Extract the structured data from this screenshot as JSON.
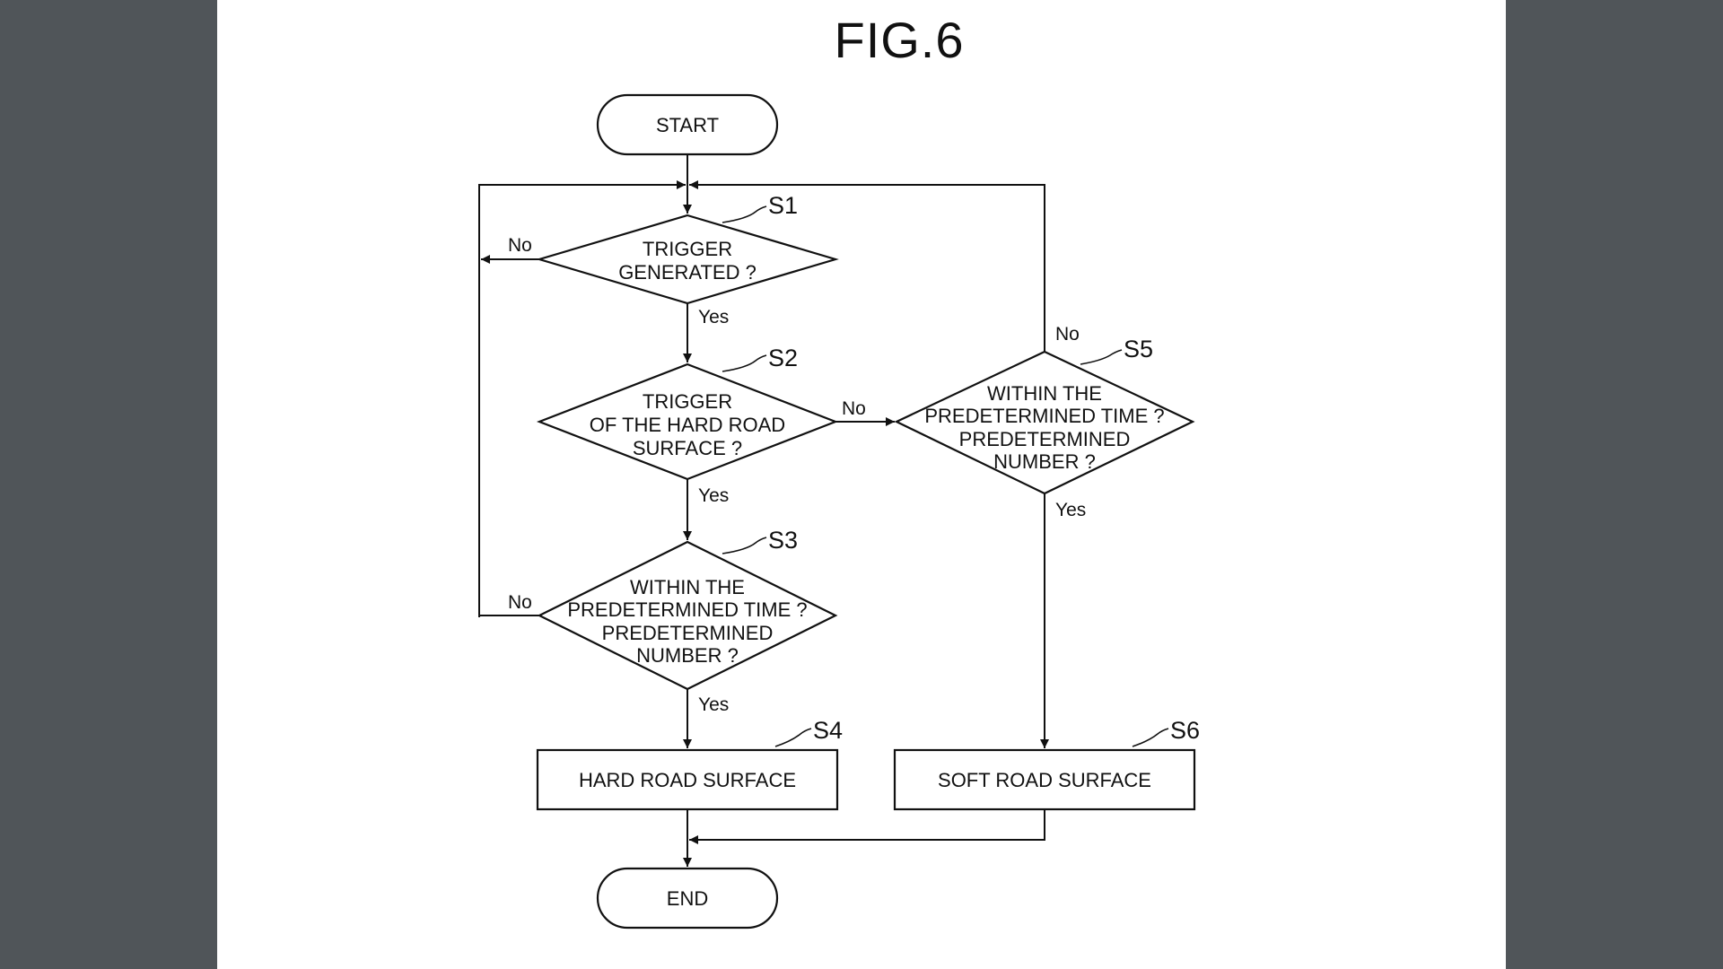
{
  "figure": {
    "title": "FIG.6"
  },
  "nodes": {
    "start": "START",
    "s1": [
      "TRIGGER",
      "GENERATED ?"
    ],
    "s2": [
      "TRIGGER",
      "OF THE HARD ROAD",
      "SURFACE ?"
    ],
    "s3": [
      "WITHIN THE",
      "PREDETERMINED TIME ?",
      "PREDETERMINED",
      "NUMBER ?"
    ],
    "s5": [
      "WITHIN THE",
      "PREDETERMINED TIME ?",
      "PREDETERMINED",
      "NUMBER ?"
    ],
    "s4": "HARD ROAD SURFACE",
    "s6": "SOFT ROAD SURFACE",
    "end": "END"
  },
  "steps": {
    "s1": "S1",
    "s2": "S2",
    "s3": "S3",
    "s4": "S4",
    "s5": "S5",
    "s6": "S6"
  },
  "edges": {
    "s1_no": "No",
    "s1_yes": "Yes",
    "s2_no": "No",
    "s2_yes": "Yes",
    "s3_no": "No",
    "s3_yes": "Yes",
    "s5_no": "No",
    "s5_yes": "Yes"
  }
}
